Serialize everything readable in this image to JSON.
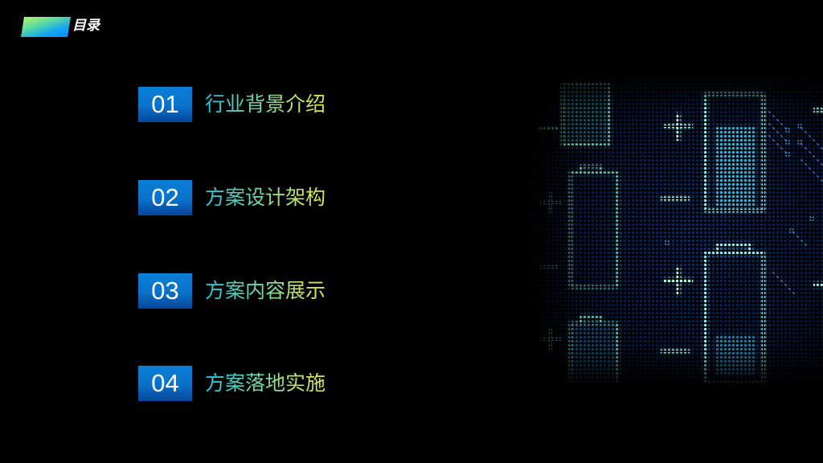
{
  "header": {
    "title": "目录",
    "badge_gradient": [
      "#b6f56c",
      "#12a6f0"
    ]
  },
  "toc": {
    "items": [
      {
        "number": "01",
        "label": "行业背景介绍"
      },
      {
        "number": "02",
        "label": "方案设计架构"
      },
      {
        "number": "03",
        "label": "方案内容展示"
      },
      {
        "number": "04",
        "label": "方案落地实施"
      }
    ]
  },
  "colors": {
    "background": "#000000",
    "number_box": "#0a7fd8",
    "label_gradient_start": "#22c4e0",
    "label_gradient_end": "#dde84a"
  },
  "image": {
    "description": "glowing-battery-circuit-board-art"
  }
}
